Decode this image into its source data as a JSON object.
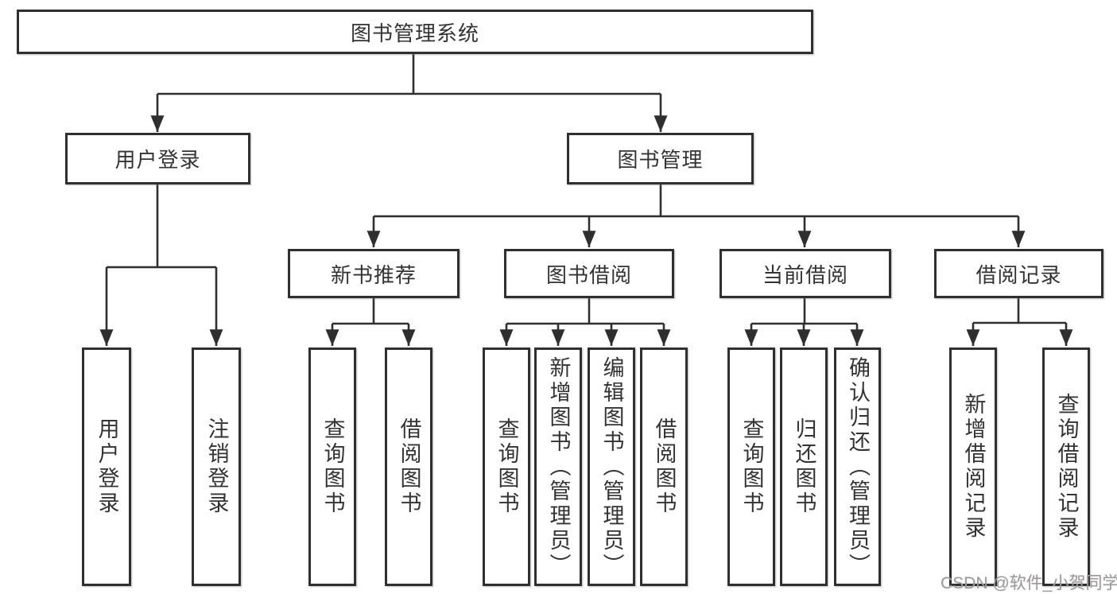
{
  "colors": {
    "line": "#2f2f2f",
    "text": "#333333",
    "background": "#ffffff",
    "watermark_text": "#9b9b9b"
  },
  "watermark": {
    "text": "CSDN @软件_小贺同学"
  },
  "tree": {
    "root": {
      "label": "图书管理系统"
    },
    "branches": [
      {
        "label": "用户登录",
        "leaves": [
          "用户登录",
          "注销登录"
        ]
      },
      {
        "label": "图书管理",
        "sections": [
          {
            "label": "新书推荐",
            "leaves": [
              "查询图书",
              "借阅图书"
            ]
          },
          {
            "label": "图书借阅",
            "leaves": [
              "查询图书",
              "新增图书（管理员）",
              "编辑图书（管理员）",
              "借阅图书"
            ]
          },
          {
            "label": "当前借阅",
            "leaves": [
              "查询图书",
              "归还图书",
              "确认归还（管理员）"
            ]
          },
          {
            "label": "借阅记录",
            "leaves": [
              "新增借阅记录",
              "查询借阅记录"
            ]
          }
        ]
      }
    ]
  }
}
